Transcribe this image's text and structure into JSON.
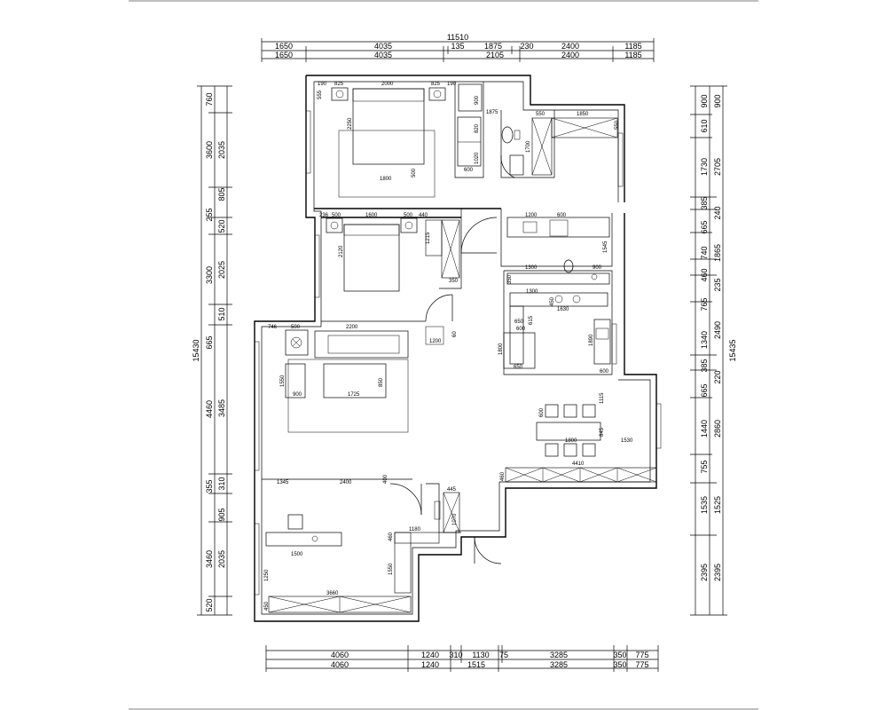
{
  "top": {
    "total": "11510",
    "row1": [
      "1650",
      "4035",
      "135",
      "1875",
      "230",
      "2400",
      "1185"
    ],
    "row2": [
      "1650",
      "4035",
      "2105",
      "2400",
      "1185"
    ]
  },
  "bottom": {
    "row1": [
      "4060",
      "1240",
      "310",
      "1130",
      "75",
      "3285",
      "350",
      "775"
    ],
    "row2": [
      "4060",
      "1240",
      "1515",
      "3285",
      "350",
      "775"
    ]
  },
  "left": {
    "total": "15430",
    "outer": [
      "760",
      "3600",
      "255",
      "3300",
      "665",
      "4460",
      "355",
      "3460",
      "520"
    ],
    "inner": [
      "2035",
      "805",
      "520",
      "2025",
      "510",
      "3485",
      "310",
      "905",
      "2035"
    ]
  },
  "right": {
    "total": "15435",
    "outer": [
      "900",
      "610",
      "1730",
      "385",
      "665",
      "740",
      "460",
      "765",
      "1340",
      "385",
      "665",
      "1440",
      "755",
      "1535",
      "2395"
    ],
    "inner": [
      "900",
      "2705",
      "240",
      "1865",
      "235",
      "2490",
      "220",
      "2860",
      "1525",
      "2395"
    ]
  },
  "furniture_labels": {
    "master_bed": [
      "190",
      "825",
      "2000",
      "825",
      "190",
      "555",
      "2250",
      "1800",
      "500"
    ],
    "bath": [
      "900",
      "1875",
      "820",
      "1020",
      "600",
      "1700",
      "550",
      "1850",
      "550"
    ],
    "second_bed": [
      "236",
      "500",
      "1600",
      "500",
      "440",
      "1215",
      "2120",
      "350"
    ],
    "kitchen": [
      "1200",
      "600",
      "1545",
      "350",
      "1300",
      "900",
      "450",
      "1630",
      "615",
      "650",
      "1300",
      "650",
      "600",
      "1890",
      "600",
      "1800"
    ],
    "living": [
      "746",
      "500",
      "2200",
      "1200",
      "60",
      "1550",
      "1725",
      "850",
      "900"
    ],
    "dining": [
      "600",
      "1115",
      "1800",
      "845",
      "1530",
      "4410",
      "460"
    ],
    "study": [
      "1345",
      "2400",
      "400",
      "445",
      "1070",
      "460",
      "1180",
      "1500",
      "1550",
      "1250",
      "3660",
      "450"
    ]
  }
}
